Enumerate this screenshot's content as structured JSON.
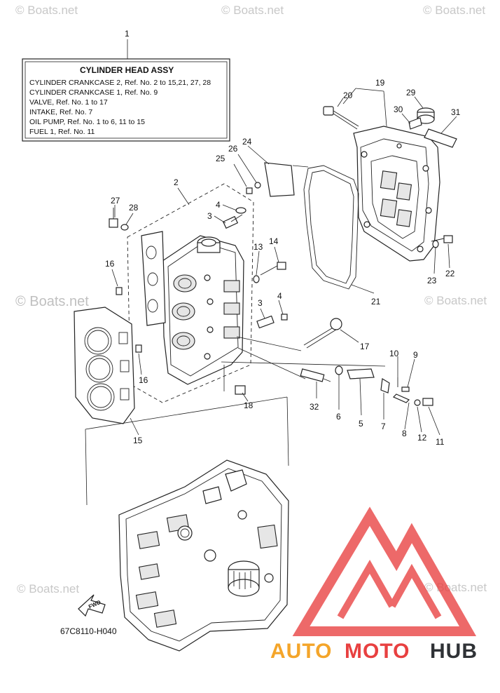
{
  "watermarks": {
    "copyright_small": "© Boats.net",
    "copyright_large": "© Boats.net"
  },
  "info_box": {
    "ref_number": "1",
    "title": "CYLINDER HEAD ASSY",
    "lines": [
      "CYLINDER CRANKCASE 2, Ref. No. 2 to 15,21, 27, 28",
      "CYLINDER CRANKCASE 1, Ref. No. 9",
      "VALVE, Ref. No. 1 to 17",
      "INTAKE, Ref. No. 7",
      "OIL PUMP, Ref. No. 1 to 6, 11 to 15",
      "FUEL 1, Ref. No. 11"
    ]
  },
  "callouts": {
    "c2": "2",
    "c3a": "3",
    "c3b": "3",
    "c4a": "4",
    "c4b": "4",
    "c5": "5",
    "c6": "6",
    "c7": "7",
    "c8": "8",
    "c9": "9",
    "c10": "10",
    "c11": "11",
    "c12": "12",
    "c13": "13",
    "c14": "14",
    "c15": "15",
    "c16a": "16",
    "c16b": "16",
    "c17": "17",
    "c18": "18",
    "c19": "19",
    "c20": "20",
    "c21": "21",
    "c22": "22",
    "c23": "23",
    "c24": "24",
    "c25": "25",
    "c26": "26",
    "c27": "27",
    "c28": "28",
    "c29": "29",
    "c30": "30",
    "c31": "31",
    "c32": "32"
  },
  "fwd_label": "FWD",
  "diagram_code": "67C8110-H040",
  "logo": {
    "name": "AUTOMOTOHUB",
    "part_a": "AUTO",
    "part_b": "MOTO",
    "part_c": "HUB",
    "color_orange": "#f4a52a",
    "color_red": "#e84040",
    "color_grey": "#2f3236"
  }
}
